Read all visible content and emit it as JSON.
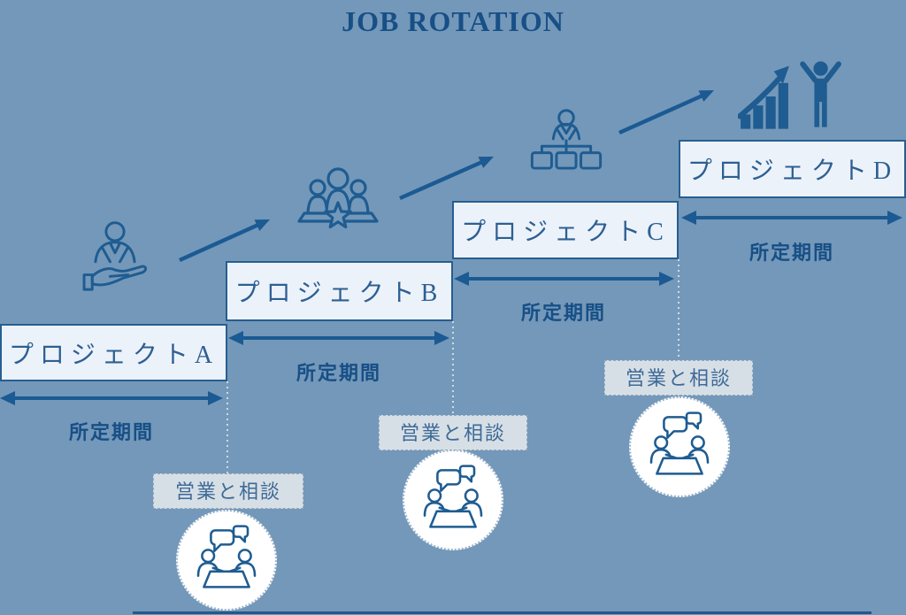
{
  "title": "JOB ROTATION",
  "colors": {
    "background": "#7498b9",
    "primary_blue": "#1e5c91",
    "box_fill": "#ecf2fa",
    "box_border": "#265e91",
    "label_fill": "#dfe4e9",
    "circle_fill": "#ffffff",
    "text_dark_blue": "#174f86"
  },
  "projects": [
    {
      "name": "A",
      "label": "プロジェクトA",
      "period": "所定期間",
      "icon": "person-in-hand-icon"
    },
    {
      "name": "B",
      "label": "プロジェクトB",
      "period": "所定期間",
      "icon": "team-star-icon"
    },
    {
      "name": "C",
      "label": "プロジェクトC",
      "period": "所定期間",
      "icon": "org-chart-icon"
    },
    {
      "name": "D",
      "label": "プロジェクトD",
      "period": "所定期間",
      "icon": "success-growth-icon"
    }
  ],
  "consultations": [
    {
      "label": "営業と相談",
      "icon": "meeting-icon"
    },
    {
      "label": "営業と相談",
      "icon": "meeting-icon"
    },
    {
      "label": "営業と相談",
      "icon": "meeting-icon"
    }
  ]
}
